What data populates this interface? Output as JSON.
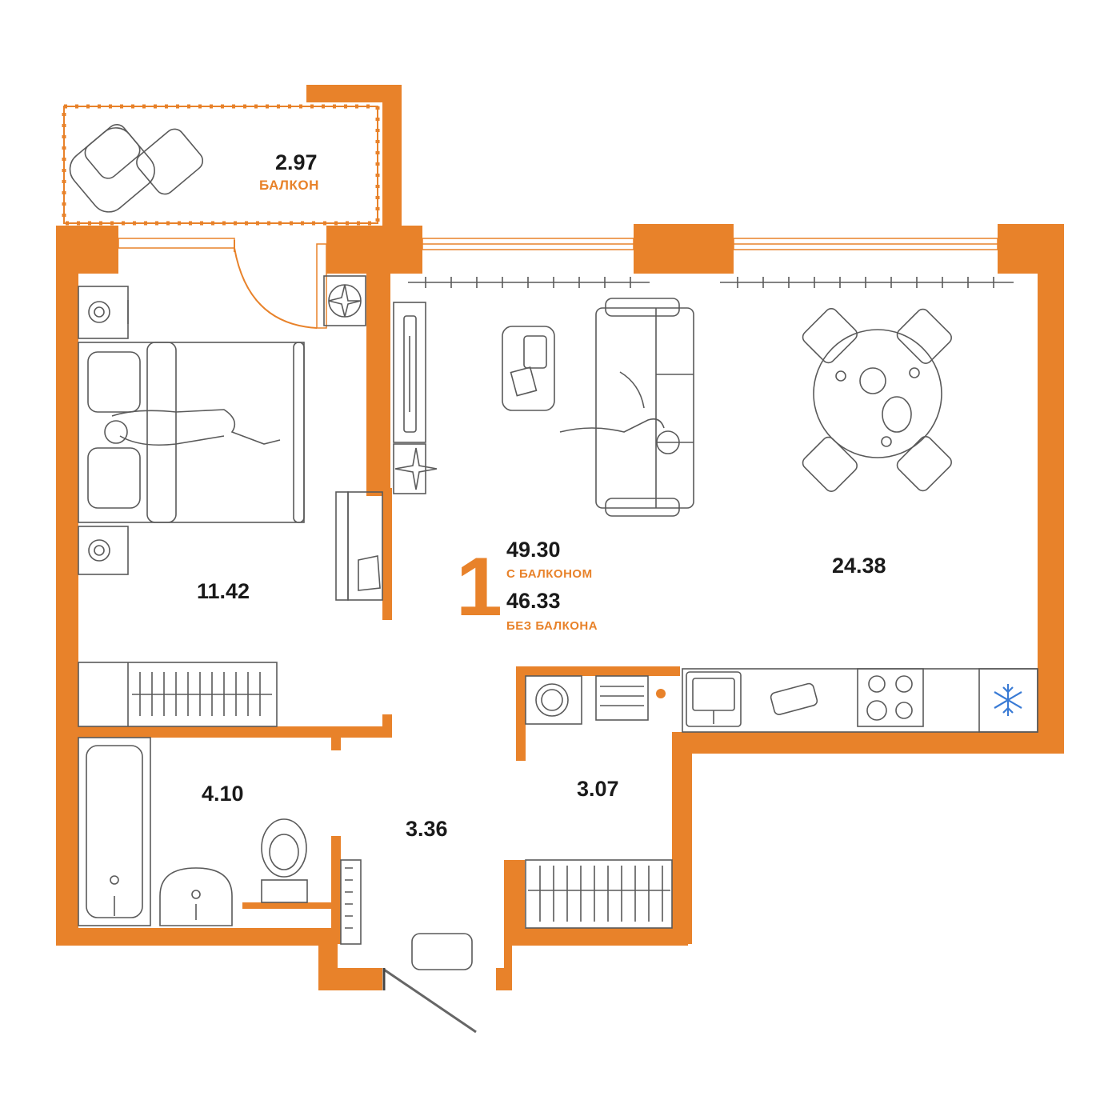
{
  "colors": {
    "wall": "#e8822a",
    "line": "#5a5a5a",
    "text": "#1a1a1a",
    "accent": "#e8822a",
    "snowflake": "#3a7bd5"
  },
  "summary": {
    "rooms_count": "1",
    "total_with_balcony": "49.30",
    "with_balcony_label": "С БАЛКОНОМ",
    "total_without_balcony": "46.33",
    "without_balcony_label": "БЕЗ БАЛКОНА"
  },
  "rooms": {
    "balcony": {
      "area": "2.97",
      "label": "БАЛКОН"
    },
    "bedroom": {
      "area": "11.42"
    },
    "living_kitchen": {
      "area": "24.38"
    },
    "bathroom": {
      "area": "4.10"
    },
    "hallway": {
      "area": "3.36"
    },
    "utility": {
      "area": "3.07"
    }
  },
  "icons": [
    "armchair-icon",
    "bed-icon",
    "sofa-icon",
    "dining-table-icon",
    "bathtub-icon",
    "toilet-icon",
    "sink-icon",
    "washing-machine-icon",
    "stove-icon",
    "fridge-snowflake-icon",
    "plant-icon",
    "tv-icon",
    "radiator-icon",
    "wardrobe-icon",
    "door-swing-icon"
  ]
}
